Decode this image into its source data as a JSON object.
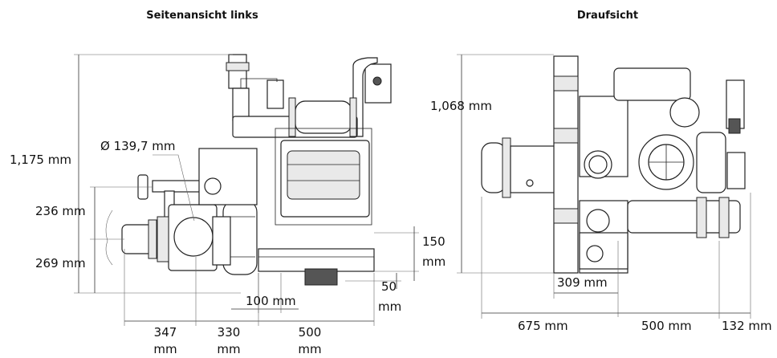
{
  "views": {
    "left_title": "Seitenansicht links",
    "top_title": "Draufsicht"
  },
  "left_dims": {
    "height_total": "1,175 mm",
    "diameter": "Ø 139,7 mm",
    "inlet_upper": "236 mm",
    "inlet_lower": "269 mm",
    "frame_top_150": "150",
    "frame_top_150_unit": "mm",
    "foot_50": "50",
    "foot_50_unit": "mm",
    "foot_100": "100 mm",
    "base_347": "347",
    "base_347_unit": "mm",
    "base_330": "330",
    "base_330_unit": "mm",
    "base_500": "500",
    "base_500_unit": "mm"
  },
  "top_dims": {
    "depth": "1,068 mm",
    "inner_309": "309 mm",
    "width_675": "675 mm",
    "width_500": "500 mm",
    "width_132": "132 mm"
  }
}
